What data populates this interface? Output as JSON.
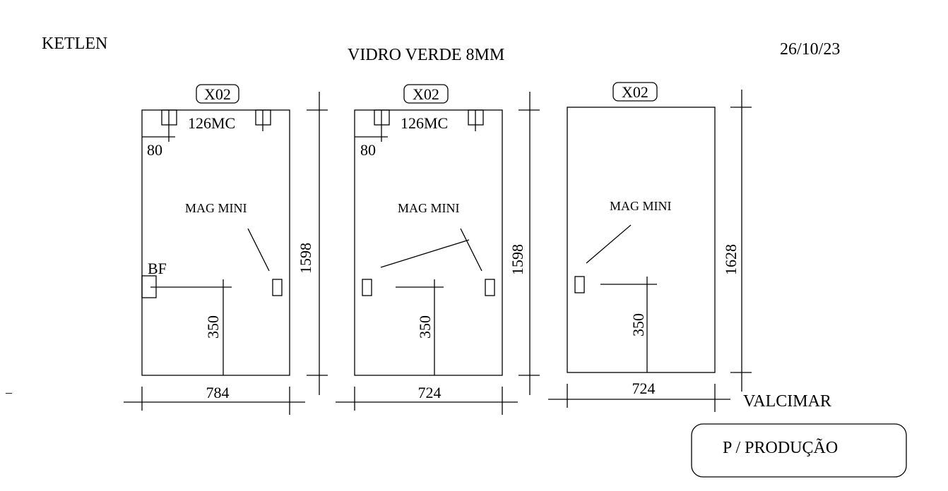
{
  "header": {
    "client": "KETLEN",
    "material": "VIDRO VERDE 8MM",
    "date": "26/10/23"
  },
  "panels": [
    {
      "quantity": "X02",
      "top_hardware": "126MC",
      "top_offset": "80",
      "lock_label": "MAG MINI",
      "side_label": "BF",
      "handle_height": "350",
      "height": "1598",
      "width": "784"
    },
    {
      "quantity": "X02",
      "top_hardware": "126MC",
      "top_offset": "80",
      "lock_label": "MAG MINI",
      "handle_height": "350",
      "height": "1598",
      "width": "724"
    },
    {
      "quantity": "X02",
      "lock_label": "MAG MINI",
      "handle_height": "350",
      "height": "1628",
      "width": "724"
    }
  ],
  "footer": {
    "installer": "VALCIMAR",
    "stamp": "P / PRODUÇÃO",
    "mark": "–"
  }
}
